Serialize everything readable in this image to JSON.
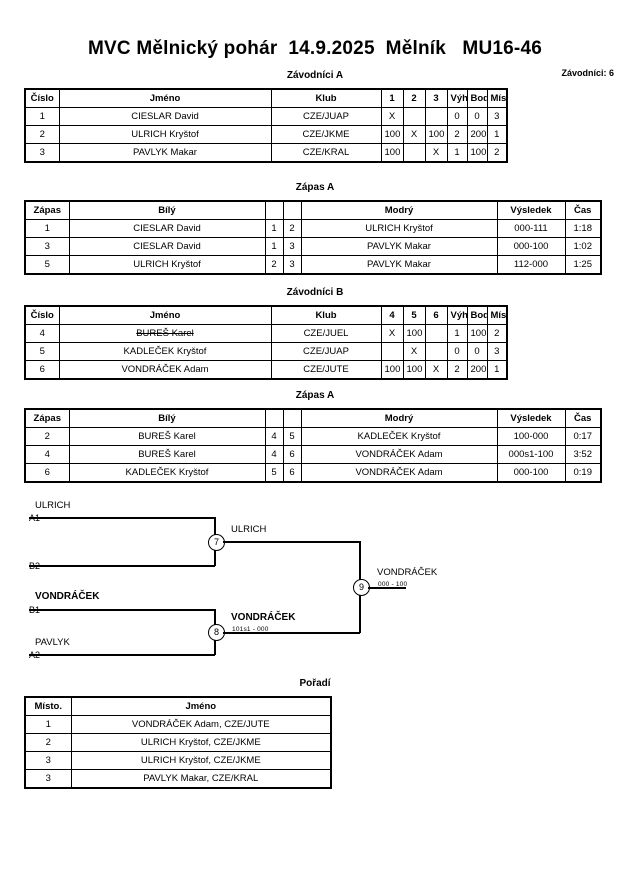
{
  "header": {
    "title": "MVC Mělnický pohár  14.9.2025  Mělník   MU16-46",
    "entrants_label": "Závodníci: 6"
  },
  "pool_a": {
    "caption": "Závodníci A",
    "columns": [
      "Číslo",
      "Jméno",
      "Klub",
      "1",
      "2",
      "3",
      "Výhra",
      "Body",
      "Místo."
    ],
    "rows": [
      {
        "cislo": "1",
        "jmeno": "CIESLAR David",
        "klub": "CZE/JUAP",
        "m1": "X",
        "m2": "",
        "m3": "",
        "vyhra": "0",
        "body": "0",
        "misto": "3",
        "struck": false
      },
      {
        "cislo": "2",
        "jmeno": "ULRICH Kryštof",
        "klub": "CZE/JKME",
        "m1": "100",
        "m2": "X",
        "m3": "100",
        "vyhra": "2",
        "body": "200",
        "misto": "1",
        "struck": false
      },
      {
        "cislo": "3",
        "jmeno": "PAVLYK Makar",
        "klub": "CZE/KRAL",
        "m1": "100",
        "m2": "",
        "m3": "X",
        "vyhra": "1",
        "body": "100",
        "misto": "2",
        "struck": false
      }
    ]
  },
  "matches_a": {
    "caption": "Zápas A",
    "columns": [
      "Zápas",
      "Bílý",
      "",
      "",
      "Modrý",
      "Výsledek",
      "Čas"
    ],
    "rows": [
      {
        "zapas": "1",
        "bily": "CIESLAR David",
        "bily_bold": false,
        "n1": "1",
        "n2": "2",
        "modry": "ULRICH Kryštof",
        "modry_bold": true,
        "vysledek": "000-111",
        "cas": "1:18"
      },
      {
        "zapas": "3",
        "bily": "CIESLAR David",
        "bily_bold": false,
        "n1": "1",
        "n2": "3",
        "modry": "PAVLYK Makar",
        "modry_bold": true,
        "vysledek": "000-100",
        "cas": "1:02"
      },
      {
        "zapas": "5",
        "bily": "ULRICH Kryštof",
        "bily_bold": true,
        "n1": "2",
        "n2": "3",
        "modry": "PAVLYK Makar",
        "modry_bold": false,
        "vysledek": "112-000",
        "cas": "1:25"
      }
    ]
  },
  "pool_b": {
    "caption": "Závodníci B",
    "columns": [
      "Číslo",
      "Jméno",
      "Klub",
      "4",
      "5",
      "6",
      "Výhra",
      "Body",
      "Místo."
    ],
    "rows": [
      {
        "cislo": "4",
        "jmeno": "BUREŠ Karel",
        "klub": "CZE/JUEL",
        "m1": "X",
        "m2": "100",
        "m3": "",
        "vyhra": "1",
        "body": "100",
        "misto": "2",
        "struck": true
      },
      {
        "cislo": "5",
        "jmeno": "KADLEČEK Kryštof",
        "klub": "CZE/JUAP",
        "m1": "",
        "m2": "X",
        "m3": "",
        "vyhra": "0",
        "body": "0",
        "misto": "3",
        "struck": false
      },
      {
        "cislo": "6",
        "jmeno": "VONDRÁČEK Adam",
        "klub": "CZE/JUTE",
        "m1": "100",
        "m2": "100",
        "m3": "X",
        "vyhra": "2",
        "body": "200",
        "misto": "1",
        "struck": false
      }
    ]
  },
  "matches_b": {
    "caption": "Zápas A",
    "columns": [
      "Zápas",
      "Bílý",
      "",
      "",
      "Modrý",
      "Výsledek",
      "Čas"
    ],
    "rows": [
      {
        "zapas": "2",
        "bily": "BUREŠ Karel",
        "bily_bold": true,
        "n1": "4",
        "n2": "5",
        "modry": "KADLEČEK Kryštof",
        "modry_bold": false,
        "vysledek": "100-000",
        "cas": "0:17"
      },
      {
        "zapas": "4",
        "bily": "BUREŠ Karel",
        "bily_bold": false,
        "n1": "4",
        "n2": "6",
        "modry": "VONDRÁČEK Adam",
        "modry_bold": true,
        "vysledek": "000s1-100",
        "cas": "3:52"
      },
      {
        "zapas": "6",
        "bily": "KADLEČEK Kryštof",
        "bily_bold": false,
        "n1": "5",
        "n2": "6",
        "modry": "VONDRÁČEK Adam",
        "modry_bold": true,
        "vysledek": "000-100",
        "cas": "0:19"
      }
    ]
  },
  "bracket": {
    "slots": [
      {
        "name": "ULRICH",
        "bold": false,
        "seed": "A1"
      },
      {
        "name": "",
        "bold": false,
        "seed": "B2"
      },
      {
        "name": "VONDRÁČEK",
        "bold": true,
        "seed": "B1"
      },
      {
        "name": "PAVLYK",
        "bold": false,
        "seed": "A2"
      }
    ],
    "nodes": [
      {
        "num": "7",
        "winner": "ULRICH",
        "winner_bold": false,
        "score": ""
      },
      {
        "num": "8",
        "winner": "VONDRÁČEK",
        "winner_bold": true,
        "score": "101s1 - 000"
      },
      {
        "num": "9",
        "winner": "VONDRÁČEK",
        "winner_bold": false,
        "score": "000 - 100"
      }
    ]
  },
  "standings": {
    "caption": "Pořadí",
    "columns": [
      "Místo.",
      "Jméno"
    ],
    "rows": [
      {
        "misto": "1",
        "jmeno": "VONDRÁČEK Adam, CZE/JUTE"
      },
      {
        "misto": "2",
        "jmeno": "ULRICH Kryštof, CZE/JKME"
      },
      {
        "misto": "3",
        "jmeno": "ULRICH Kryštof, CZE/JKME"
      },
      {
        "misto": "3",
        "jmeno": "PAVLYK Makar, CZE/KRAL"
      }
    ]
  }
}
